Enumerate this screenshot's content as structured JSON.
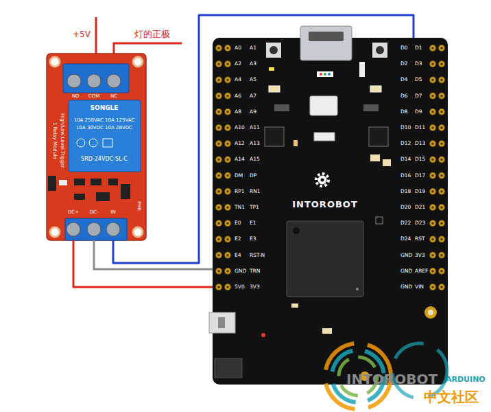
{
  "diagram": {
    "nodes": [
      {
        "text": [
          "NO",
          "COM",
          "NC",
          "SONGLE",
          "10A 250VAC 10A 125VAC",
          "10A 30VDC 10A 28VDC",
          "SRD-24VDC-SL-C",
          "1 Relay Module",
          "High/Low Level Trigger",
          "PWR",
          "DC+",
          "DC-",
          "IN"
        ]
      },
      {
        "text": [
          "INTOROBOT"
        ]
      }
    ],
    "edges": [
      {
        "from": 0,
        "to": 1,
        "arrow": "none"
      },
      {
        "from": 0,
        "to": 1,
        "arrow": "none"
      },
      {
        "from": 0,
        "to": 1,
        "arrow": "none"
      }
    ],
    "labels": [
      "+5V",
      "灯的正极",
      "A0",
      "A1",
      "D0",
      "D1",
      "A2",
      "A3",
      "D2",
      "D3",
      "A4",
      "A5",
      "D4",
      "D5",
      "A6",
      "A7",
      "D6",
      "D7",
      "A8",
      "A9",
      "D8",
      "D9",
      "A10",
      "A11",
      "D10",
      "D11",
      "A12",
      "A13",
      "D12",
      "D13",
      "A14",
      "A15",
      "D14",
      "D15",
      "DM",
      "DP",
      "D16",
      "D17",
      "RP1",
      "RN1",
      "D18",
      "D19",
      "TN1",
      "TP1",
      "D20",
      "D21",
      "E0",
      "E1",
      "D22",
      "D23",
      "E2",
      "E3",
      "D24",
      "RST",
      "E4",
      "RST-N",
      "GND",
      "3V3",
      "GND",
      "TRN",
      "GND",
      "AREF",
      "5V0",
      "3V3",
      "GND",
      "VIN",
      "INTOROBOT",
      "ARDUINO",
      "中文社区"
    ]
  }
}
